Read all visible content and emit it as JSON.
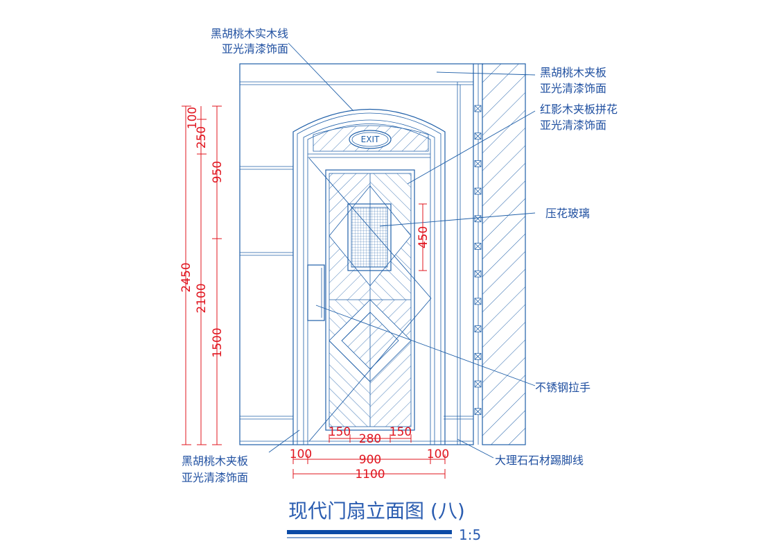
{
  "title": "现代门扇立面图 (八)",
  "scale": "1:5",
  "sign_text": "EXIT",
  "colors": {
    "line": "#1f5fa8",
    "dimension": "#e0141e",
    "title": "#2a5cb0"
  },
  "callouts": {
    "top_left_line1": "黑胡桃木实木线",
    "top_left_line2": "亚光清漆饰面",
    "r1_line1": "黑胡桃木夹板",
    "r1_line2": "亚光清漆饰面",
    "r2_line1": "红影木夹板拼花",
    "r2_line2": "亚光清漆饰面",
    "glass": "压花玻璃",
    "handle": "不锈钢拉手",
    "baseboard": "大理石石材踢脚线",
    "bl_line1": "黑胡桃木夹板",
    "bl_line2": "亚光清漆饰面"
  },
  "dimensions": {
    "left_total": "2450",
    "door_height": "2100",
    "upper_100": "100",
    "upper_250": "250",
    "upper_950": "950",
    "lower_1500": "1500",
    "glass_450": "450",
    "bottom_150_left": "150",
    "bottom_280": "280",
    "bottom_150_right": "150",
    "bottom_100_left": "100",
    "bottom_900": "900",
    "bottom_100_right": "100",
    "bottom_1100": "1100"
  }
}
